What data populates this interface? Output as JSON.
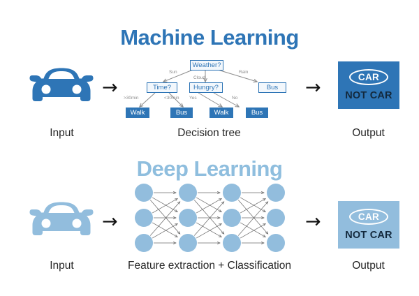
{
  "sections": [
    {
      "id": "machine-learning",
      "title": "Machine Learning",
      "title_color": "#2E75B6",
      "input_label": "Input",
      "middle_label": "Decision tree",
      "output_label": "Output",
      "arrow_glyph": "→",
      "car_icon": "car-front-icon",
      "car_color": "#2E75B6",
      "output": {
        "badge_text": "CAR",
        "label_text": "NOT CAR",
        "bg_color": "#2E75B6",
        "badge_border_color": "#FFFFFF",
        "badge_text_color": "#FFFFFF",
        "label_color": "#13293D"
      }
    },
    {
      "id": "deep-learning",
      "title": "Deep Learning",
      "title_color": "#8FBEDE",
      "input_label": "Input",
      "middle_label": "Feature extraction + Classification",
      "output_label": "Output",
      "arrow_glyph": "→",
      "car_icon": "car-front-icon",
      "car_color": "#92BDDD",
      "output": {
        "badge_text": "CAR",
        "label_text": "NOT CAR",
        "bg_color": "#92BDDD",
        "badge_border_color": "#FFFFFF",
        "badge_text_color": "#FFFFFF",
        "label_color": "#13293D"
      }
    }
  ],
  "decision_tree": {
    "nodes": [
      {
        "id": "weather",
        "label": "Weather?",
        "style": "hollow"
      },
      {
        "id": "time",
        "label": "Time?",
        "style": "hollow"
      },
      {
        "id": "hungry",
        "label": "Hungry?",
        "style": "hollow"
      },
      {
        "id": "bus-rain",
        "label": "Bus",
        "style": "hollow"
      },
      {
        "id": "walk-1",
        "label": "Walk",
        "style": "solid"
      },
      {
        "id": "bus-1",
        "label": "Bus",
        "style": "solid"
      },
      {
        "id": "walk-2",
        "label": "Walk",
        "style": "solid"
      },
      {
        "id": "bus-2",
        "label": "Bus",
        "style": "solid"
      }
    ],
    "edge_labels": [
      {
        "id": "sun",
        "text": "Sun"
      },
      {
        "id": "cloud",
        "text": "Cloud"
      },
      {
        "id": "rain",
        "text": "Rain"
      },
      {
        "id": "gt30min",
        "text": ">30min"
      },
      {
        "id": "lt30min",
        "text": "<30min"
      },
      {
        "id": "yes",
        "text": "Yes"
      },
      {
        "id": "no",
        "text": "No"
      }
    ],
    "node_border_color": "#2E75B6",
    "node_fill_color": "#2E75B6",
    "edge_color": "#8c8c8c"
  },
  "neural_network": {
    "layer_count": 4,
    "nodes_per_layer": 3,
    "node_color": "#92BDDD",
    "edge_color": "#6e6e6e",
    "fully_connected": true
  }
}
